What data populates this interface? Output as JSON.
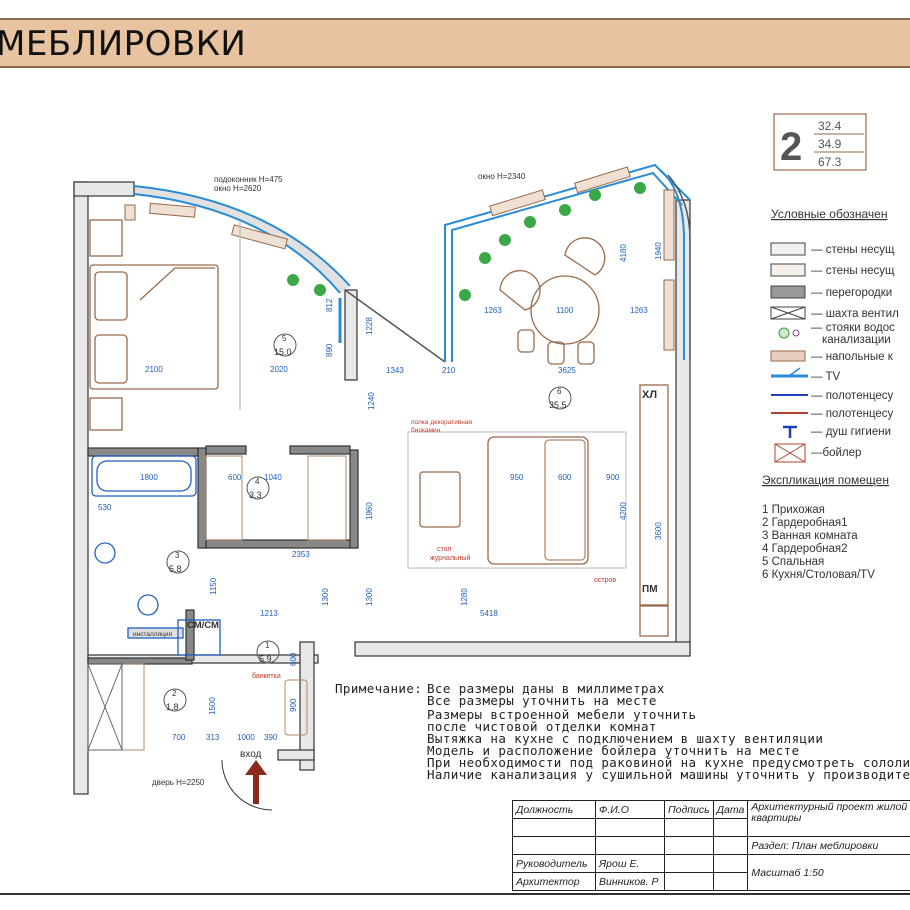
{
  "header": {
    "title": "МЕБЛИРОВКИ"
  },
  "areas_badge": {
    "number": "2",
    "values": [
      "32.4",
      "34.9",
      "67.3"
    ]
  },
  "legend": {
    "title": "Условные обозначен",
    "items": [
      {
        "icon": "load-bearing-wall-icon",
        "label": "стены несущ"
      },
      {
        "icon": "non-load-bearing-wall-icon",
        "label": "стены несущ"
      },
      {
        "icon": "partition-icon",
        "label": "перегородки"
      },
      {
        "icon": "vent-shaft-icon",
        "label": "шахта вентил"
      },
      {
        "icon": "water-riser-icon",
        "label": "стояки водос",
        "label2": "канализации"
      },
      {
        "icon": "floor-heating-icon",
        "label": "напольные к"
      },
      {
        "icon": "tv-icon",
        "label": "TV"
      },
      {
        "icon": "towel-rail-blue-icon",
        "label": "полотенцесу"
      },
      {
        "icon": "towel-rail-red-icon",
        "label": "полотенцесу"
      },
      {
        "icon": "hygienic-shower-icon",
        "label": "душ гигиени"
      },
      {
        "icon": "boiler-icon",
        "label": "бойлер"
      }
    ]
  },
  "explication": {
    "title": "Экспликация помещен",
    "rooms": [
      "1 Прихожая",
      "2 Гардеробная1",
      "3 Ванная комната",
      "4 Гардеробная2",
      "5 Спальная",
      "6 Кухня/Столовая/TV"
    ]
  },
  "plan_labels": {
    "sill": "подоконник H=475",
    "window1": "окно H=2620",
    "window2": "окно H=2340",
    "door": "дверь H=2250",
    "entrance": "вход",
    "shelf": "полка декоративная",
    "shelf2": "биокамин",
    "coffee_table": "стол",
    "coffee_table2": "журнальный",
    "island": "остров",
    "bench": "банкетка",
    "install": "инсталляция",
    "washer": "СМ/СМ",
    "fridge": "ХЛ",
    "dishwasher": "ПМ"
  },
  "rooms": [
    {
      "num": "5",
      "area": "15.0"
    },
    {
      "num": "6",
      "area": "35.5"
    },
    {
      "num": "4",
      "area": "3.3"
    },
    {
      "num": "3",
      "area": "5.8"
    },
    {
      "num": "2",
      "area": "1.8"
    },
    {
      "num": "1",
      "area": "5.9"
    }
  ],
  "dimensions": [
    "2100",
    "2020",
    "1343",
    "210",
    "3625",
    "1263",
    "1100",
    "1263",
    "1800",
    "530",
    "2353",
    "1213",
    "5418",
    "950",
    "600",
    "900",
    "1040",
    "600",
    "700",
    "313",
    "1000",
    "390",
    "1240",
    "1300",
    "1300",
    "1280",
    "1150",
    "4180",
    "1940",
    "4200",
    "3600",
    "1500",
    "600",
    "900",
    "1228",
    "890",
    "812",
    "1960"
  ],
  "notes": {
    "label": "Примечание:",
    "lines": [
      "Все размеры даны в миллиметрах",
      "Все размеры уточнить на месте",
      "Размеры встроенной мебели уточнить",
      "после чистовой отделки комнат",
      "Вытяжка на кухне с подключением в шахту вентиляции",
      "Модель и расположение бойлера уточнить на месте",
      "При необходимости под раковиной на кухне предусмотреть сололифт",
      "Наличие канализация у сушильной машины уточнить у производителя"
    ]
  },
  "stamp": {
    "headers": [
      "Должность",
      "Ф.И.О",
      "Подпись",
      "Дата"
    ],
    "project": "Архитектурный проект жилой",
    "project2": "квартиры",
    "section": "Раздел: План меблировки",
    "rows": [
      {
        "role": "Руководитель",
        "name": "Ярош Е."
      },
      {
        "role": "Архитектор",
        "name": "Винников. Р"
      }
    ],
    "scale": "Масштаб  1:50"
  }
}
